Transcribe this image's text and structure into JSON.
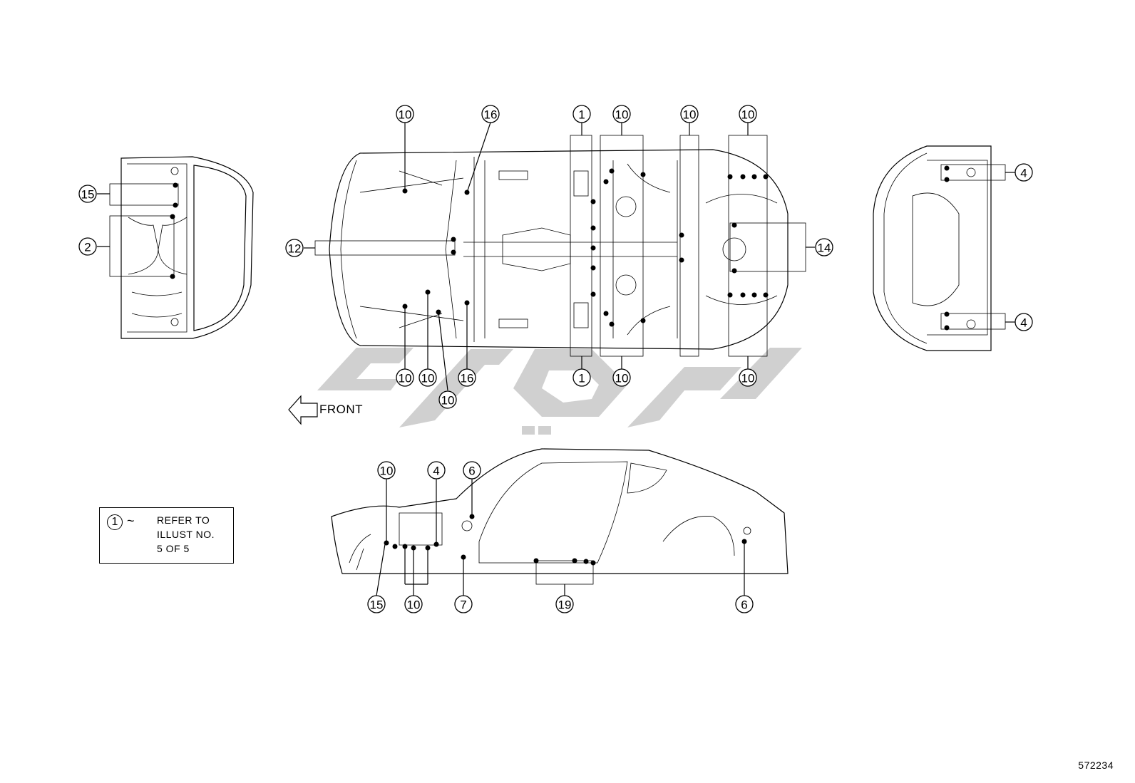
{
  "legend": {
    "symbol": "1",
    "tilde": "~",
    "text": "REFER TO\nILLUST NO.\n5 OF 5"
  },
  "front_label": "FRONT",
  "part_number": "572234",
  "watermark_color": "#c8c8c8",
  "callouts": {
    "underbody_top": [
      "10",
      "16",
      "1",
      "10",
      "10",
      "10"
    ],
    "underbody_bottom": [
      "10",
      "10",
      "10",
      "16",
      "1",
      "10",
      "10"
    ],
    "underbody_left": "12",
    "underbody_right": "14",
    "front_view": [
      "15",
      "2"
    ],
    "rear_view": [
      "4",
      "4"
    ],
    "side_top": [
      "10",
      "4",
      "6"
    ],
    "side_bottom": [
      "15",
      "10",
      "7",
      "19",
      "6"
    ]
  }
}
